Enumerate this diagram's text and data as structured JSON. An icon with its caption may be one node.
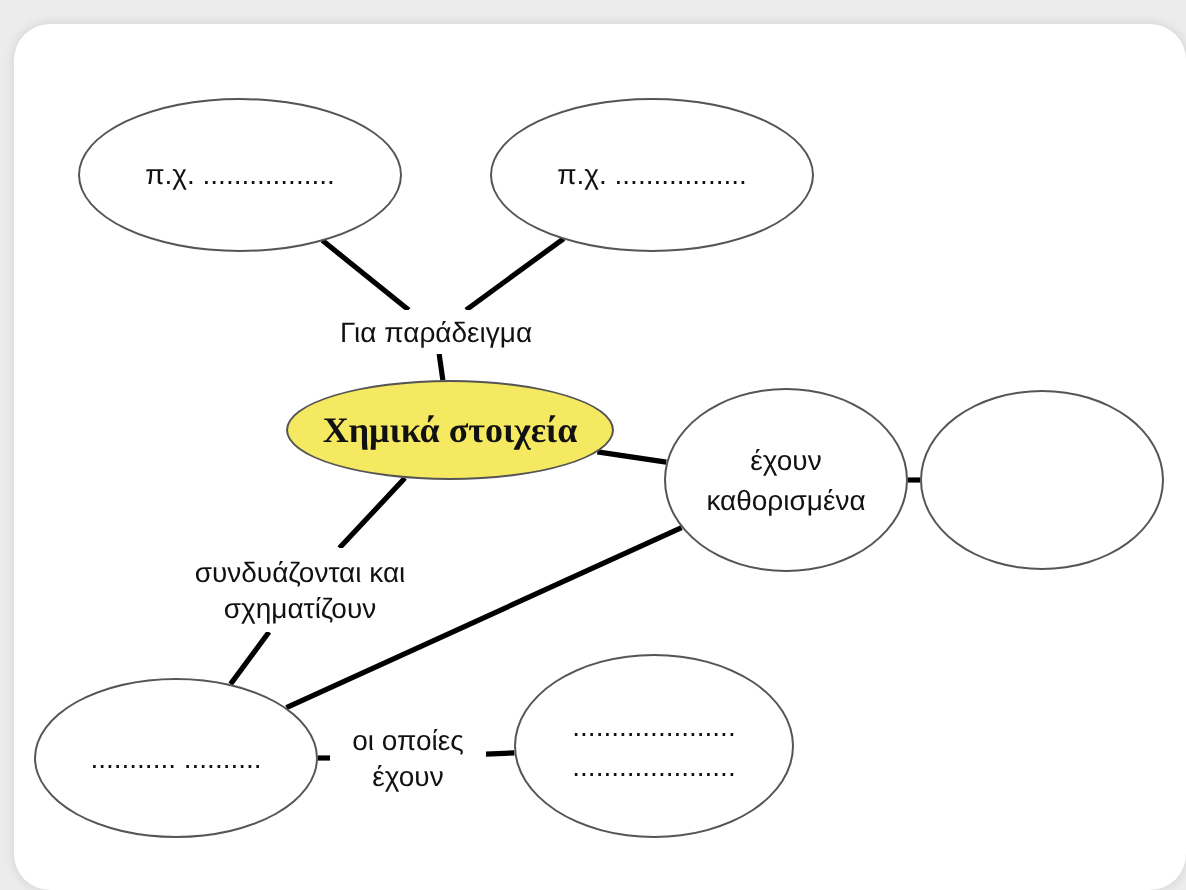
{
  "diagram": {
    "nodes": [
      {
        "text": [
          "π.χ. ................."
        ]
      },
      {
        "text": [
          "π.χ. ................."
        ]
      },
      {
        "text": [
          "Για παράδειγμα"
        ]
      },
      {
        "text": [
          "Χημικά στοιχεία"
        ]
      },
      {
        "text": [
          "έχουν καθορισμένα"
        ]
      },
      {
        "text": [],
        "shape": "ellipse"
      },
      {
        "text": [
          "συνδυάζονται και σχηματίζουν"
        ]
      },
      {
        "text": [
          "........... .........."
        ]
      },
      {
        "text": [
          "οι οποίες έχουν"
        ]
      },
      {
        "text": [
          "..................... ....................."
        ]
      }
    ],
    "edges": [
      {
        "from": 0,
        "to": 2,
        "arrow": "none"
      },
      {
        "from": 1,
        "to": 2,
        "arrow": "none"
      },
      {
        "from": 2,
        "to": 3,
        "arrow": "none"
      },
      {
        "from": 3,
        "to": 4,
        "arrow": "none"
      },
      {
        "from": 4,
        "to": 5,
        "arrow": "none"
      },
      {
        "from": 3,
        "to": 6,
        "arrow": "none"
      },
      {
        "from": 6,
        "to": 7,
        "arrow": "none"
      },
      {
        "from": 4,
        "to": 7,
        "arrow": "none"
      },
      {
        "from": 7,
        "to": 8,
        "arrow": "none"
      },
      {
        "from": 8,
        "to": 9,
        "arrow": "none"
      }
    ]
  }
}
